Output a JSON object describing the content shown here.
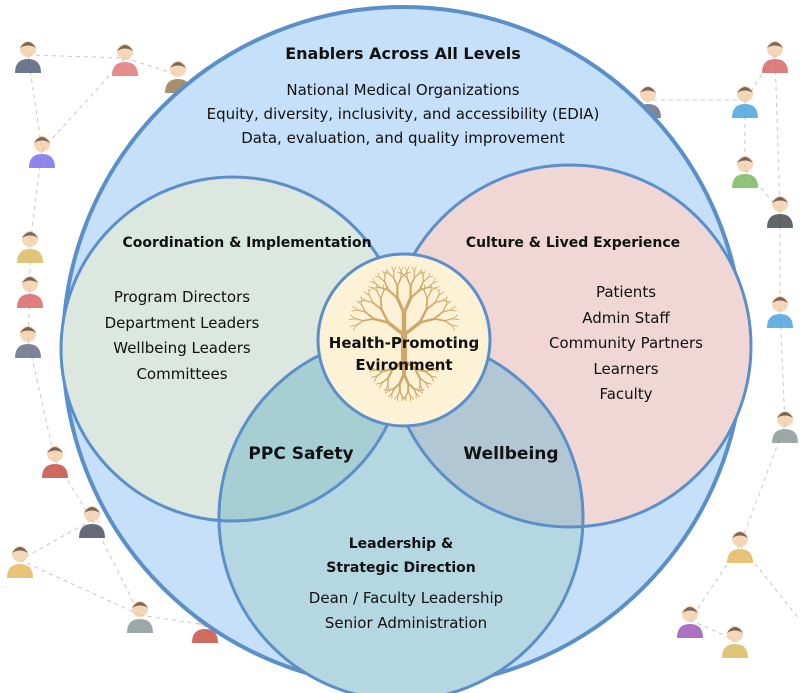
{
  "colors": {
    "outer_fill": "#c5e0f8",
    "outer_stroke": "#5b8fc9",
    "left_fill": "#dbe7df",
    "right_fill": "#f0d7d6",
    "bottom_fill": "#b5d7e1",
    "overlap_left": "#a6ced3",
    "overlap_right": "#b2c7d4",
    "center_fill": "#fdf2d6",
    "tree": "#c79a55"
  },
  "enablers": {
    "title": "Enablers Across All Levels",
    "items": [
      "National Medical Organizations",
      "Equity, diversity, inclusivity, and accessibility (EDIA)",
      "Data, evaluation, and quality improvement"
    ]
  },
  "coordination": {
    "title": "Coordination & Implementation",
    "items": [
      "Program Directors",
      "Department Leaders",
      "Wellbeing Leaders",
      "Committees"
    ]
  },
  "culture": {
    "title": "Culture & Lived Experience",
    "items": [
      "Patients",
      "Admin Staff",
      "Community Partners",
      "Learners",
      "Faculty"
    ]
  },
  "leadership": {
    "title_lines": [
      "Leadership &",
      "Strategic Direction"
    ],
    "items": [
      "Dean / Faculty Leadership",
      "Senior Administration"
    ]
  },
  "overlaps": {
    "ppc_safety": "PPC Safety",
    "wellbeing": "Wellbeing"
  },
  "center": {
    "title_lines": [
      "Health-Promoting",
      "Evironment"
    ],
    "icon": "tree-icon"
  }
}
